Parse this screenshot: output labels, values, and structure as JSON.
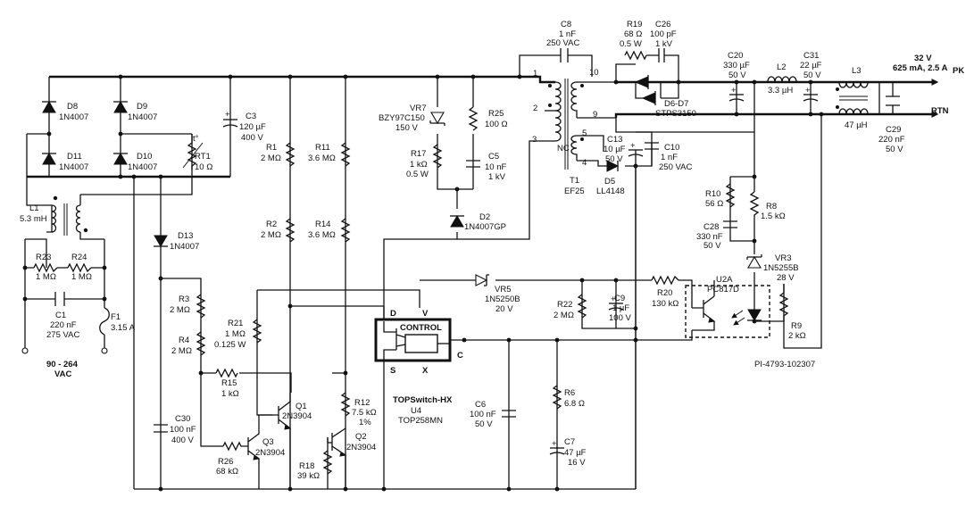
{
  "components": {
    "D8": {
      "ref": "D8",
      "part": "1N4007"
    },
    "D9": {
      "ref": "D9",
      "part": "1N4007"
    },
    "D10": {
      "ref": "D10",
      "part": "1N4007"
    },
    "D11": {
      "ref": "D11",
      "part": "1N4007"
    },
    "D13": {
      "ref": "D13",
      "part": "1N4007"
    },
    "RT1": {
      "ref": "RT1",
      "value": "10 Ω",
      "mark": "t°"
    },
    "C3": {
      "ref": "C3",
      "value": "120 µF",
      "rating": "400 V"
    },
    "L1": {
      "ref": "L1",
      "value": "5.3 mH"
    },
    "R23": {
      "ref": "R23",
      "value": "1 MΩ"
    },
    "R24": {
      "ref": "R24",
      "value": "1 MΩ"
    },
    "C1": {
      "ref": "C1",
      "value": "220 nF",
      "rating": "275 VAC"
    },
    "F1": {
      "ref": "F1",
      "value": "3.15 A"
    },
    "R1": {
      "ref": "R1",
      "value": "2 MΩ"
    },
    "R2": {
      "ref": "R2",
      "value": "2 MΩ"
    },
    "R11": {
      "ref": "R11",
      "value": "3.6 MΩ"
    },
    "R14": {
      "ref": "R14",
      "value": "3.6 MΩ"
    },
    "R3": {
      "ref": "R3",
      "value": "2 MΩ"
    },
    "R4": {
      "ref": "R4",
      "value": "2 MΩ"
    },
    "R21": {
      "ref": "R21",
      "value": "1 MΩ",
      "rating": "0.125 W"
    },
    "R15": {
      "ref": "R15",
      "value": "1 kΩ"
    },
    "R26": {
      "ref": "R26",
      "value": "68 kΩ"
    },
    "R18": {
      "ref": "R18",
      "value": "39 kΩ"
    },
    "R12": {
      "ref": "R12",
      "value": "7.5 kΩ",
      "rating": "1%"
    },
    "C30": {
      "ref": "C30",
      "value": "100 nF",
      "rating": "400 V"
    },
    "Q1": {
      "ref": "Q1",
      "part": "2N3904"
    },
    "Q2": {
      "ref": "Q2",
      "part": "2N3904"
    },
    "Q3": {
      "ref": "Q3",
      "part": "2N3904"
    },
    "VR7": {
      "ref": "VR7",
      "part": "BZY97C150",
      "rating": "150 V"
    },
    "R25": {
      "ref": "R25",
      "value": "100 Ω"
    },
    "R17": {
      "ref": "R17",
      "value": "1 kΩ",
      "rating": "0.5 W"
    },
    "C5": {
      "ref": "C5",
      "value": "10 nF",
      "rating": "1 kV"
    },
    "D2": {
      "ref": "D2",
      "part": "1N4007GP"
    },
    "C8": {
      "ref": "C8",
      "value": "1 nF",
      "rating": "250 VAC"
    },
    "T1": {
      "ref": "T1",
      "part": "EF25"
    },
    "R19": {
      "ref": "R19",
      "value": "68 Ω",
      "rating": "0.5 W"
    },
    "C26": {
      "ref": "C26",
      "value": "100 pF",
      "rating": "1 kV"
    },
    "D6D7": {
      "ref": "D6-D7",
      "part": "STPS3150"
    },
    "C13": {
      "ref": "C13",
      "value": "10 µF",
      "rating": "50 V"
    },
    "C10": {
      "ref": "C10",
      "value": "1 nF",
      "rating": "250 VAC"
    },
    "D5": {
      "ref": "D5",
      "part": "LL4148"
    },
    "C20": {
      "ref": "C20",
      "value": "330 µF",
      "rating": "50 V"
    },
    "L2": {
      "ref": "L2",
      "value": "3.3 µH"
    },
    "C31": {
      "ref": "C31",
      "value": "22 µF",
      "rating": "50 V"
    },
    "L3": {
      "ref": "L3",
      "value": "47 µH"
    },
    "C29": {
      "ref": "C29",
      "value": "220 nF",
      "rating": "50 V"
    },
    "R10": {
      "ref": "R10",
      "value": "56 Ω"
    },
    "C28": {
      "ref": "C28",
      "value": "330 nF",
      "rating": "50 V"
    },
    "R8": {
      "ref": "R8",
      "value": "1.5 kΩ"
    },
    "VR3": {
      "ref": "VR3",
      "part": "1N5255B",
      "rating": "28 V"
    },
    "VR5": {
      "ref": "VR5",
      "part": "1N5250B",
      "rating": "20 V"
    },
    "R22": {
      "ref": "R22",
      "value": "2 MΩ"
    },
    "C9": {
      "ref": "C9",
      "value": "1 µF",
      "rating": "100 V"
    },
    "R20": {
      "ref": "R20",
      "value": "130 kΩ"
    },
    "U2A": {
      "ref": "U2A",
      "part": "PC817D"
    },
    "R9": {
      "ref": "R9",
      "value": "2 kΩ"
    },
    "C6": {
      "ref": "C6",
      "value": "100 nF",
      "rating": "50 V"
    },
    "R6": {
      "ref": "R6",
      "value": "6.8 Ω"
    },
    "C7": {
      "ref": "C7",
      "value": "47 µF",
      "rating": "16 V"
    },
    "U4": {
      "family": "TOPSwitch-HX",
      "ref": "U4",
      "part": "TOP258MN",
      "block": "CONTROL"
    }
  },
  "pins": {
    "D": "D",
    "V": "V",
    "C": "C",
    "S": "S",
    "X": "X",
    "nc": "NC",
    "p1": "1",
    "p2": "2",
    "p3": "3",
    "p4": "4",
    "p5": "5",
    "p9": "9",
    "p10": "10"
  },
  "input": {
    "range": "90 - 264",
    "unit": "VAC"
  },
  "output": {
    "voltage": "32 V",
    "current": "625 mA, 2.5 A",
    "current_sub": "PK",
    "return": "RTN"
  },
  "figure_id": "PI-4793-102307"
}
